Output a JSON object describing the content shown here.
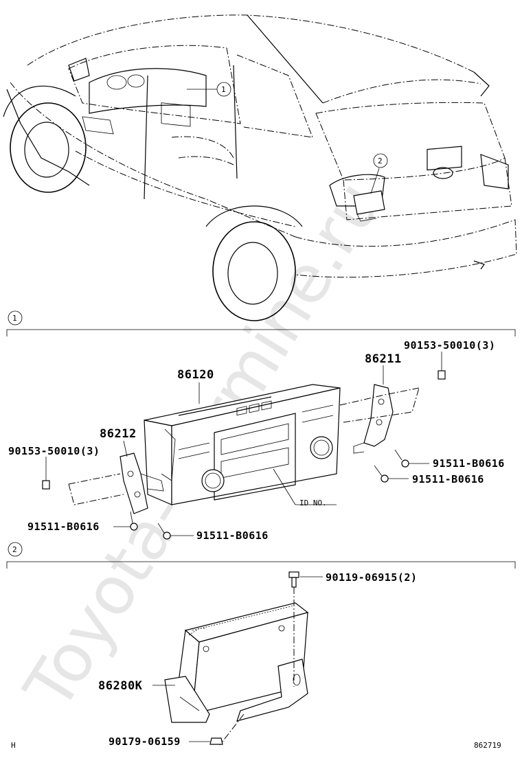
{
  "watermark": "Toyota-Carmine.ru",
  "overview": {
    "callout_1": "1",
    "callout_2": "2"
  },
  "section_1": {
    "marker": "1",
    "labels": {
      "audio_unit": "86120",
      "bracket_right": "86211",
      "bracket_left": "86212",
      "nut_right": "90153-50010(3)",
      "nut_left": "90153-50010(3)",
      "screw_right_upper": "91511-B0616",
      "screw_right_lower": "91511-B0616",
      "screw_left_upper": "91511-B0616",
      "screw_left_lower": "91511-B0616",
      "id_no": "ID NO."
    }
  },
  "section_2": {
    "marker": "2",
    "labels": {
      "amplifier": "86280K",
      "bolt_top": "90119-06915(2)",
      "nut_bottom": "90179-06159"
    }
  },
  "footer": {
    "left_code": "H",
    "illustration_no": "862719"
  }
}
